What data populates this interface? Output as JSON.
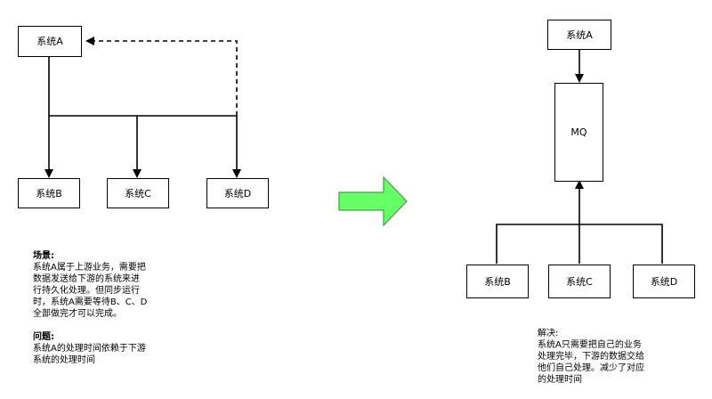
{
  "left_diagram": {
    "source": "系统A",
    "targets": [
      "系统B",
      "系统C",
      "系统D"
    ]
  },
  "right_diagram": {
    "source": "系统A",
    "queue": "MQ",
    "consumers": [
      "系统B",
      "系统C",
      "系统D"
    ]
  },
  "scenario_note": {
    "heading": "场景:",
    "lines": [
      "系统A属于上游业务，需要把",
      "数据发送给下游的系统来进",
      "行持久化处理。但同步运行",
      "时，系统A需要等待B、C、D",
      "全部做完才可以完成。"
    ]
  },
  "problem_note": {
    "heading": "问题:",
    "lines": [
      "系统A的处理时间依赖于下游",
      "系统的处理时间"
    ]
  },
  "solution_note": {
    "heading": "解决:",
    "lines": [
      "系统A只需要把自己的业务",
      "处理完毕，下游的数据交给",
      "他们自己处理。减少了对应",
      "的处理时间"
    ]
  },
  "colors": {
    "arrow_fill": "#66ff66",
    "arrow_stroke": "#4a9a4a",
    "line": "#000000"
  }
}
